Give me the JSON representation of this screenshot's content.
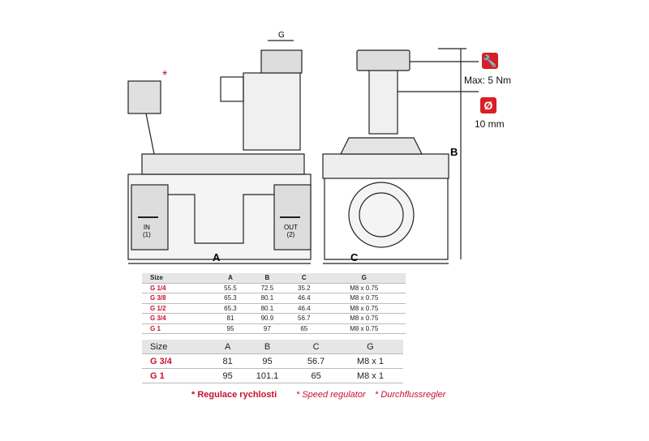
{
  "drawing": {
    "label_a": "A",
    "label_b": "B",
    "label_c": "C",
    "label_g": "G",
    "asterisk": "*",
    "in_label": "IN",
    "in_port": "(1)",
    "out_label": "OUT",
    "out_port": "(2)"
  },
  "torque": {
    "icon": "wrench-icon",
    "text": "Max: 5 Nm"
  },
  "diameter": {
    "icon": "diameter-icon",
    "symbol": "Ø",
    "text": "10 mm"
  },
  "table1": {
    "headers": [
      "Size",
      "A",
      "B",
      "C",
      "G"
    ],
    "rows": [
      [
        "G 1/4",
        "55.5",
        "72.5",
        "35.2",
        "M8 x 0.75"
      ],
      [
        "G 3/8",
        "65.3",
        "80.1",
        "46.4",
        "M8 x 0.75"
      ],
      [
        "G 1/2",
        "65.3",
        "80.1",
        "46.4",
        "M8 x 0.75"
      ],
      [
        "G 3/4",
        "81",
        "90.9",
        "56.7",
        "M8 x 0.75"
      ],
      [
        "G 1",
        "95",
        "97",
        "65",
        "M8 x 0.75"
      ]
    ]
  },
  "table2": {
    "headers": [
      "Size",
      "A",
      "B",
      "C",
      "G"
    ],
    "rows": [
      [
        "G 3/4",
        "81",
        "95",
        "56.7",
        "M8 x 1"
      ],
      [
        "G 1",
        "95",
        "101.1",
        "65",
        "M8 x 1"
      ]
    ]
  },
  "notes": [
    "* Regulace rychlosti",
    "* Speed regulator",
    "* Durchflussregler"
  ],
  "colors": {
    "accent": "#c8102e"
  }
}
